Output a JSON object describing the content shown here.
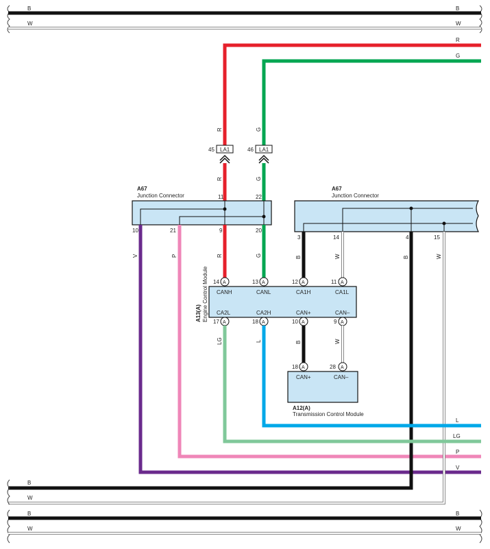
{
  "colors": {
    "black": "#111111",
    "red": "#e6202b",
    "green": "#00a651",
    "light_blue": "#00a8e8",
    "light_green": "#80c89a",
    "pink": "#ef86b8",
    "violet": "#6a2a8c",
    "white_wire": "#ffffff",
    "wire_outline": "#888888",
    "component_fill": "#c9e5f5"
  },
  "wire_codes": {
    "B": "B",
    "W": "W",
    "R": "R",
    "G": "G",
    "L": "L",
    "LG": "LG",
    "P": "P",
    "V": "V"
  },
  "junction_connector_left": {
    "id": "A67",
    "name": "Junction Connector",
    "pins": {
      "top_11": "11",
      "top_22": "22",
      "bot_10": "10",
      "bot_21": "21",
      "bot_9": "9",
      "bot_20": "20"
    }
  },
  "junction_connector_right": {
    "id": "A67",
    "name": "Junction Connector",
    "pins": {
      "bot_3": "3",
      "bot_14": "14",
      "bot_4": "4",
      "bot_15": "15"
    }
  },
  "inline_connectors": {
    "left": {
      "pin": "45",
      "label": "LA1"
    },
    "right": {
      "pin": "46",
      "label": "LA1"
    }
  },
  "ecm": {
    "id": "A13(A)",
    "name": "Engine Control Module",
    "connector_letter": "A",
    "top_pins": [
      {
        "pin": "14",
        "signal": "CANH"
      },
      {
        "pin": "13",
        "signal": "CANL"
      },
      {
        "pin": "12",
        "signal": "CA1H"
      },
      {
        "pin": "11",
        "signal": "CA1L"
      }
    ],
    "bottom_pins": [
      {
        "pin": "17",
        "signal": "CA2L"
      },
      {
        "pin": "18",
        "signal": "CA2H"
      },
      {
        "pin": "10",
        "signal": "CAN+"
      },
      {
        "pin": "9",
        "signal": "CAN–"
      }
    ]
  },
  "tcm": {
    "id": "A12(A)",
    "name": "Transmission Control Module",
    "connector_letter": "A",
    "pins": [
      {
        "pin": "18",
        "signal": "CAN+"
      },
      {
        "pin": "28",
        "signal": "CAN–"
      }
    ]
  }
}
